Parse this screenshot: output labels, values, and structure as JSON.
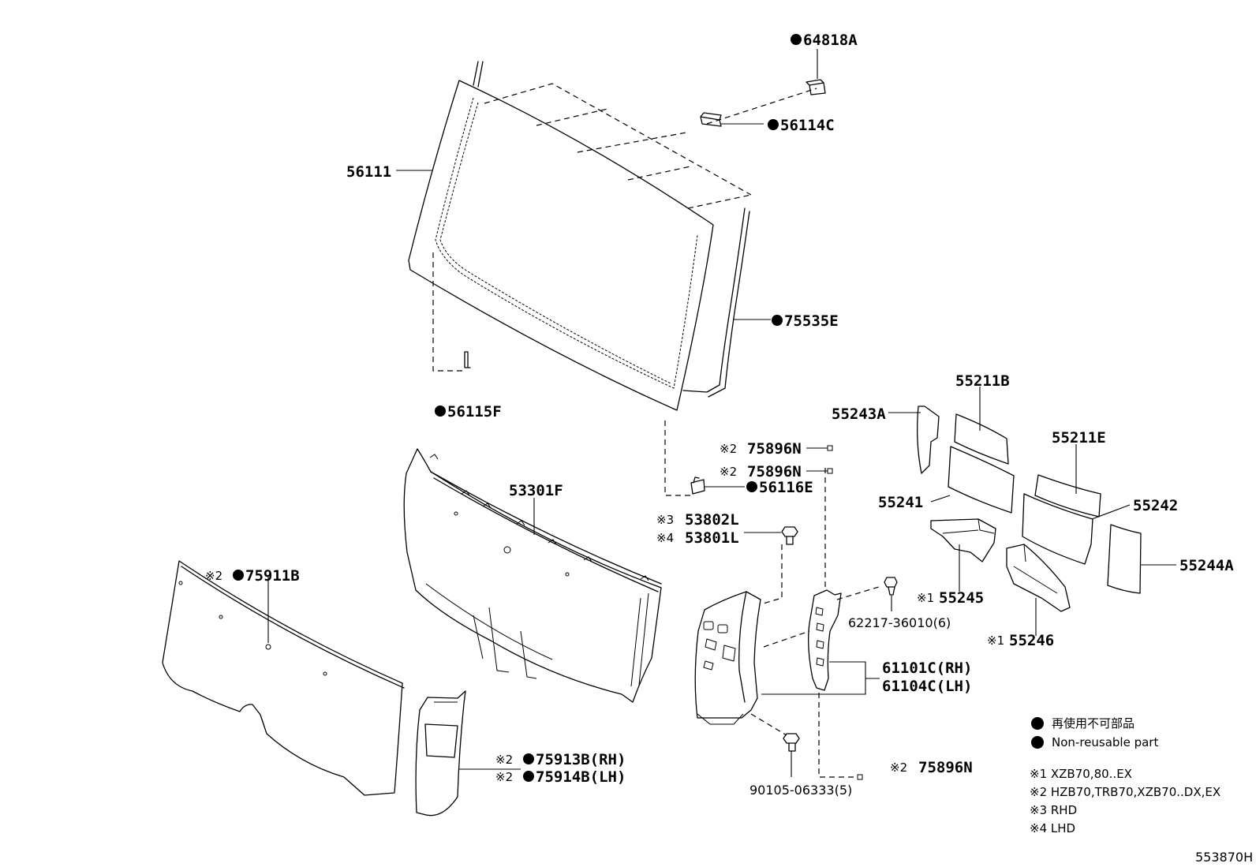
{
  "labels": {
    "p64818A": "64818A",
    "p56114C": "56114C",
    "p56111": "56111",
    "p75535E": "75535E",
    "p56115F": "56115F",
    "p55211B": "55211B",
    "p55243A": "55243A",
    "p55211E": "55211E",
    "p75896N_1": "75896N",
    "p75896N_2": "75896N",
    "p56116E": "56116E",
    "p53301F": "53301F",
    "p55241": "55241",
    "p55242": "55242",
    "p53802L": "53802L",
    "p53801L": "53801L",
    "p55244A": "55244A",
    "p75911B": "75911B",
    "p55245": "55245",
    "p62217": "62217-36010(6)",
    "p55246": "55246",
    "p61101C": "61101C(RH)",
    "p61104C": "61104C(LH)",
    "p75913B": "75913B(RH)",
    "p75914B": "75914B(LH)",
    "p75896N_3": "75896N",
    "p90105": "90105-06333(5)"
  },
  "marks": {
    "m2": "※2",
    "m3": "※3",
    "m4": "※4",
    "m1": "※1"
  },
  "legend": {
    "jp": "再使用不可部品",
    "en": "Non-reusable part",
    "n1": "※1 XZB70,80..EX",
    "n2": "※2 HZB70,TRB70,XZB70..DX,EX",
    "n3": "※3 RHD",
    "n4": "※4 LHD"
  },
  "diagram_code": "553870H"
}
